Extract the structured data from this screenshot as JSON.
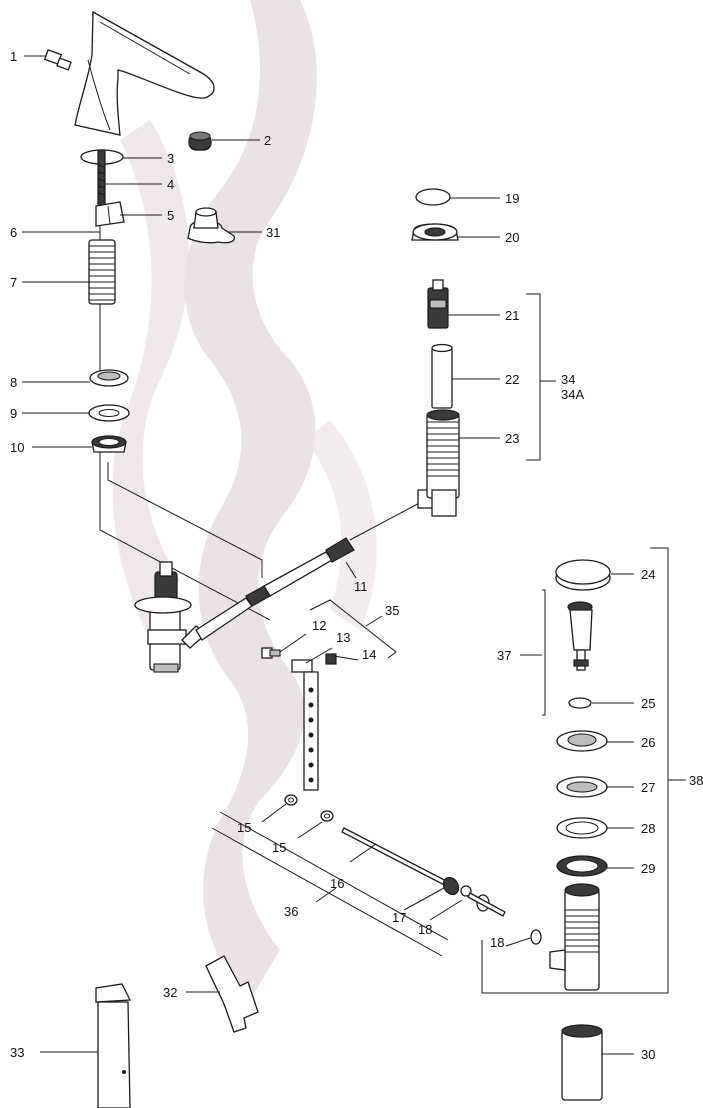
{
  "watermark": {
    "color": "#e9dfe5"
  },
  "callouts": {
    "c1": "1",
    "c2": "2",
    "c3": "3",
    "c4": "4",
    "c5": "5",
    "c6": "6",
    "c7": "7",
    "c8": "8",
    "c9": "9",
    "c10": "10",
    "c11": "11",
    "c12": "12",
    "c13": "13",
    "c14": "14",
    "c15a": "15",
    "c15b": "15",
    "c16": "16",
    "c17": "17",
    "c18a": "18",
    "c18b": "18",
    "c19": "19",
    "c20": "20",
    "c21": "21",
    "c22": "22",
    "c23": "23",
    "c24": "24",
    "c25": "25",
    "c26": "26",
    "c27": "27",
    "c28": "28",
    "c29": "29",
    "c30": "30",
    "c31": "31",
    "c32": "32",
    "c33": "33",
    "c34": "34",
    "c34a": "34A",
    "c35": "35",
    "c36": "36",
    "c37": "37",
    "c38": "38"
  }
}
